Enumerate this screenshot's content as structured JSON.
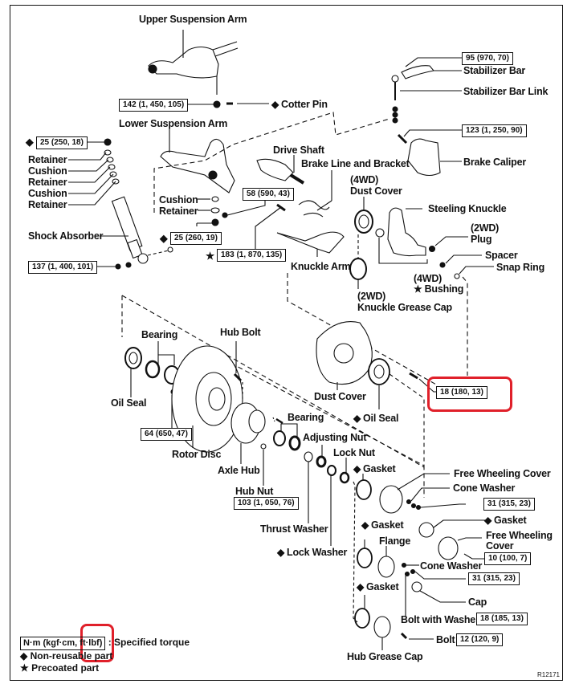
{
  "figure_id": "R12171",
  "highlight_color": "#e0202a",
  "symbols": {
    "non_reusable": "◆",
    "precoated": "★"
  },
  "parts": {
    "upper_suspension_arm": "Upper Suspension Arm",
    "cotter_pin": "Cotter Pin",
    "lower_suspension_arm": "Lower Suspension Arm",
    "retainer_1": "Retainer",
    "cushion_1": "Cushion",
    "retainer_2": "Retainer",
    "cushion_2": "Cushion",
    "retainer_3": "Retainer",
    "shock_absorber": "Shock Absorber",
    "cushion_3": "Cushion",
    "retainer_4": "Retainer",
    "drive_shaft": "Drive Shaft",
    "brake_line_bracket": "Brake Line and Bracket",
    "dust_cover_4wd_tag": "(4WD)",
    "dust_cover_4wd": "Dust Cover",
    "knuckle_arm": "Knuckle Arm",
    "stabilizer_bar": "Stabilizer Bar",
    "stabilizer_bar_link": "Stabilizer Bar Link",
    "brake_caliper": "Brake Caliper",
    "steeling_knuckle": "Steeling Knuckle",
    "plug_tag": "(2WD)",
    "plug": "Plug",
    "spacer": "Spacer",
    "snap_ring": "Snap Ring",
    "bushing_tag": "(4WD)",
    "bushing": "Bushing",
    "knuckle_grease_cap_tag": "(2WD)",
    "knuckle_grease_cap": "Knuckle Grease Cap",
    "bearing_1": "Bearing",
    "oil_seal_1": "Oil Seal",
    "hub_bolt": "Hub Bolt",
    "rotor_disc": "Rotor Disc",
    "axle_hub": "Axle Hub",
    "hub_nut": "Hub Nut",
    "dust_cover": "Dust Cover",
    "oil_seal_2": "Oil Seal",
    "bearing_2": "Bearing",
    "adjusting_nut": "Adjusting Nut",
    "lock_nut": "Lock Nut",
    "thrust_washer": "Thrust Washer",
    "lock_washer": "Lock Washer",
    "gasket_1": "Gasket",
    "free_wheeling_cover_1": "Free Wheeling Cover",
    "cone_washer_1": "Cone Washer",
    "gasket_2": "Gasket",
    "gasket_3": "Gasket",
    "free_wheeling_cover_2a": "Free Wheeling",
    "free_wheeling_cover_2b": "Cover",
    "flange": "Flange",
    "cone_washer_2": "Cone Washer",
    "gasket_4": "Gasket",
    "cap": "Cap",
    "bolt_with_washer": "Bolt with Washer",
    "bolt": "Bolt",
    "hub_grease_cap": "Hub Grease Cap"
  },
  "torques": {
    "upper_arm_nut": "142 (1, 450, 105)",
    "shock_top": "25 (250, 18)",
    "shock_bottom": "137 (1, 400, 101)",
    "lower_arm_nut": "25 (260, 19)",
    "ball_joint": "58 (590, 43)",
    "knuckle_arm_bolt": "183 (1, 870, 135)",
    "stabilizer_bar": "95 (970, 70)",
    "brake_caliper": "123 (1, 250, 90)",
    "dust_cover_bolt": "18 (180, 13)",
    "rotor_disc": "64 (650, 47)",
    "hub_nut": "103 (1, 050, 76)",
    "cone_washer_nut_1": "31 (315, 23)",
    "free_wheeling_cover_bolt": "10 (100, 7)",
    "cone_washer_nut_2": "31 (315, 23)",
    "bolt_with_washer": "18 (185, 13)",
    "bolt": "12 (120, 9)"
  },
  "legend": {
    "unit": "N·m (kgf·cm, ft·lbf)",
    "unit_desc": ": Specified torque",
    "non_reusable": "Non-reusable part",
    "precoated": "Precoated part"
  }
}
